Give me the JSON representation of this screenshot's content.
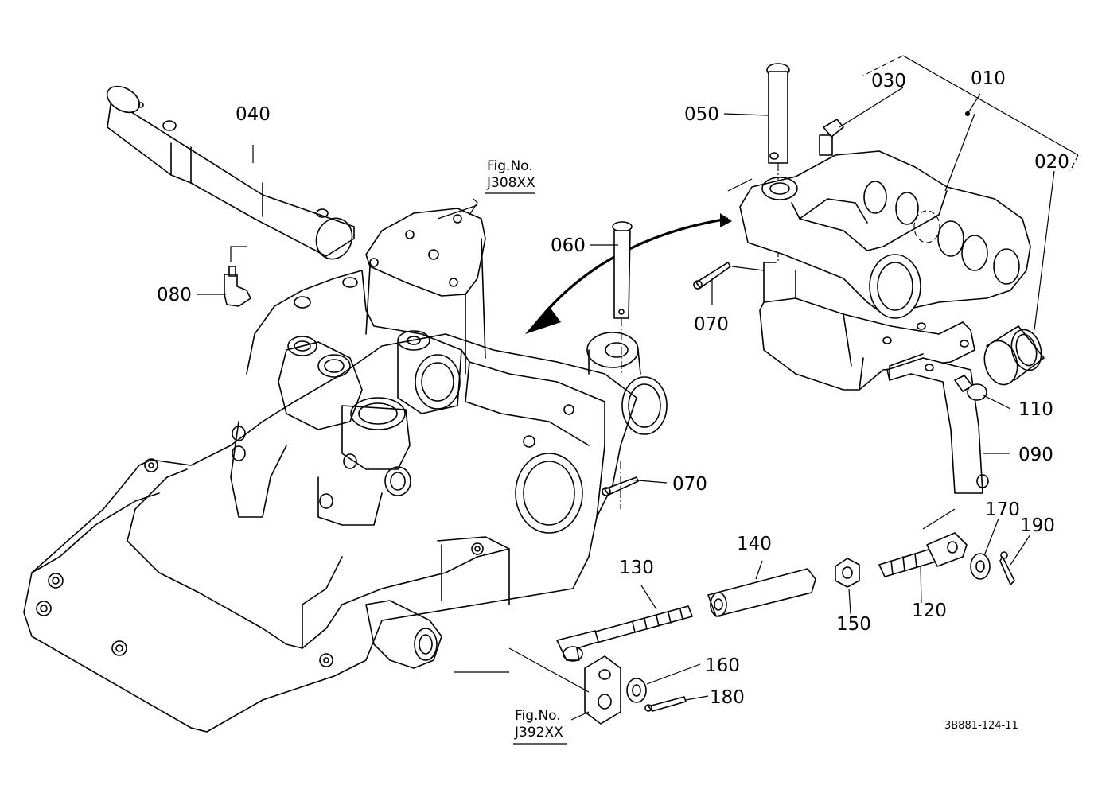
{
  "parts": [
    {
      "id": "p010",
      "label": "010"
    },
    {
      "id": "p020",
      "label": "020"
    },
    {
      "id": "p030",
      "label": "030"
    },
    {
      "id": "p040",
      "label": "040"
    },
    {
      "id": "p050",
      "label": "050"
    },
    {
      "id": "p060",
      "label": "060"
    },
    {
      "id": "p070a",
      "label": "070"
    },
    {
      "id": "p070b",
      "label": "070"
    },
    {
      "id": "p080",
      "label": "080"
    },
    {
      "id": "p090",
      "label": "090"
    },
    {
      "id": "p110",
      "label": "110"
    },
    {
      "id": "p120",
      "label": "120"
    },
    {
      "id": "p130",
      "label": "130"
    },
    {
      "id": "p140",
      "label": "140"
    },
    {
      "id": "p150",
      "label": "150"
    },
    {
      "id": "p160",
      "label": "160"
    },
    {
      "id": "p170",
      "label": "170"
    },
    {
      "id": "p180",
      "label": "180"
    },
    {
      "id": "p190",
      "label": "190"
    }
  ],
  "figure_refs": [
    {
      "line1": "Fig.No.",
      "line2": "J308XX"
    },
    {
      "line1": "Fig.No.",
      "line2": "J392XX"
    }
  ],
  "drawing_code": "3B881-124-11"
}
